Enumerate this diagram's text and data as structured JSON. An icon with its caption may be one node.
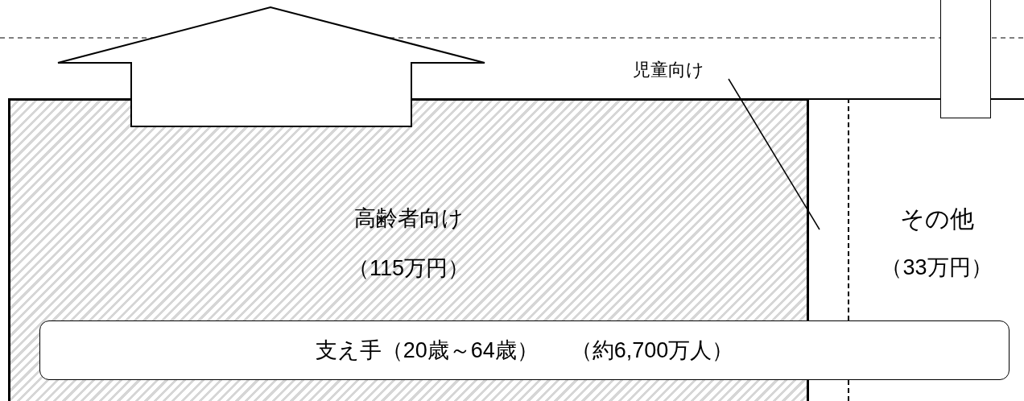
{
  "diagram": {
    "nodes": [
      {
        "text": [
          "高齢者向け",
          "（115万円）"
        ]
      },
      {
        "text": [
          "児童向け"
        ]
      },
      {
        "text": [],
        "shape": "box"
      },
      {
        "text": [
          "その他",
          "（33万円）"
        ]
      },
      {
        "text": [
          "支え手（20歳～64歳）",
          "（約6,700万人）"
        ]
      },
      {
        "text": [],
        "shape": "bar"
      }
    ],
    "edges": [
      {
        "from": 1,
        "to": 2,
        "arrow": "none"
      }
    ]
  }
}
